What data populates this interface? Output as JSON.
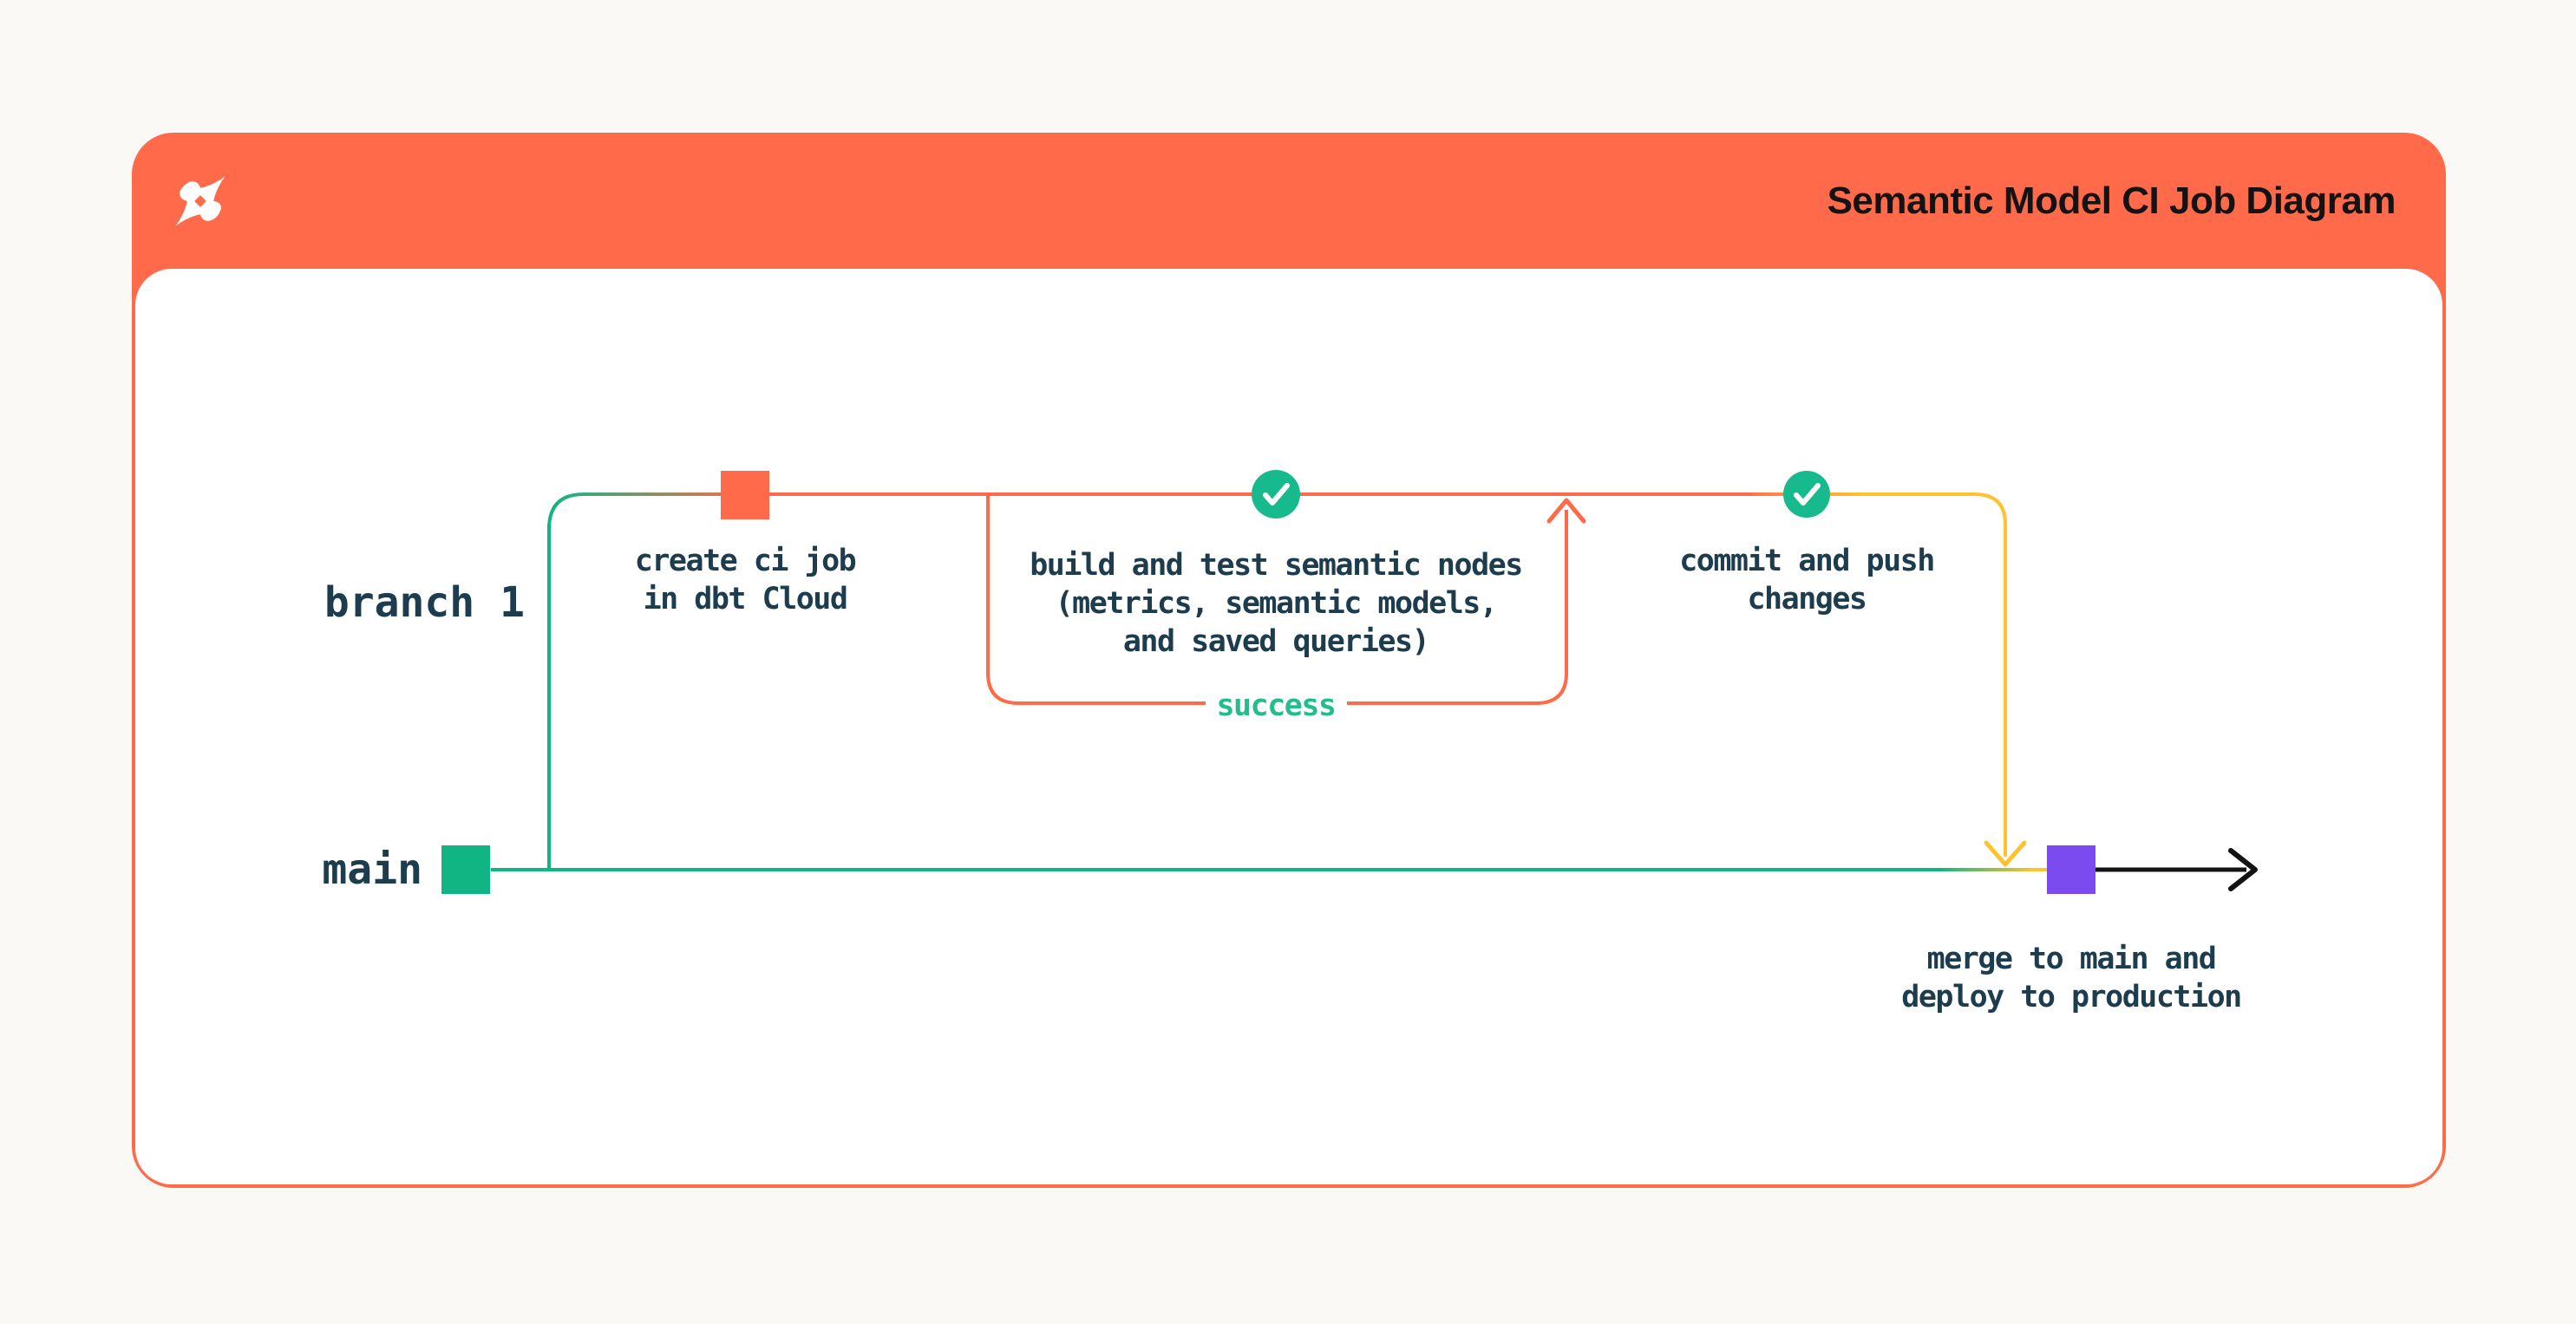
{
  "header": {
    "title": "Semantic Model CI Job Diagram",
    "background": "#FF6B4A",
    "title_color": "#131313",
    "logo": "dbt-logo"
  },
  "diagram": {
    "branches": {
      "branch1": "branch 1",
      "main": "main"
    },
    "steps": [
      {
        "id": "create-ci-job",
        "lines": [
          "create ci job",
          "in dbt Cloud"
        ]
      },
      {
        "id": "build-and-test",
        "lines": [
          "build and test semantic nodes",
          "(metrics, semantic models,",
          "and saved queries)"
        ]
      },
      {
        "id": "commit-and-push",
        "lines": [
          "commit and push",
          "changes"
        ]
      },
      {
        "id": "merge-deploy",
        "lines": [
          "merge to main and",
          "deploy to production"
        ]
      }
    ],
    "loop_label": "success",
    "colors": {
      "orange": "#FF6B4A",
      "green_line": "#11B583",
      "green_circle": "#16BA8C",
      "green_success": "#23BE8E",
      "yellow": "#FDC32F",
      "purple": "#7C4BF0",
      "text_navy": "#1D3C4E",
      "arrow_black": "#131313",
      "page_background": "#FAF9F6",
      "panel_white": "#FFFFFF"
    }
  }
}
